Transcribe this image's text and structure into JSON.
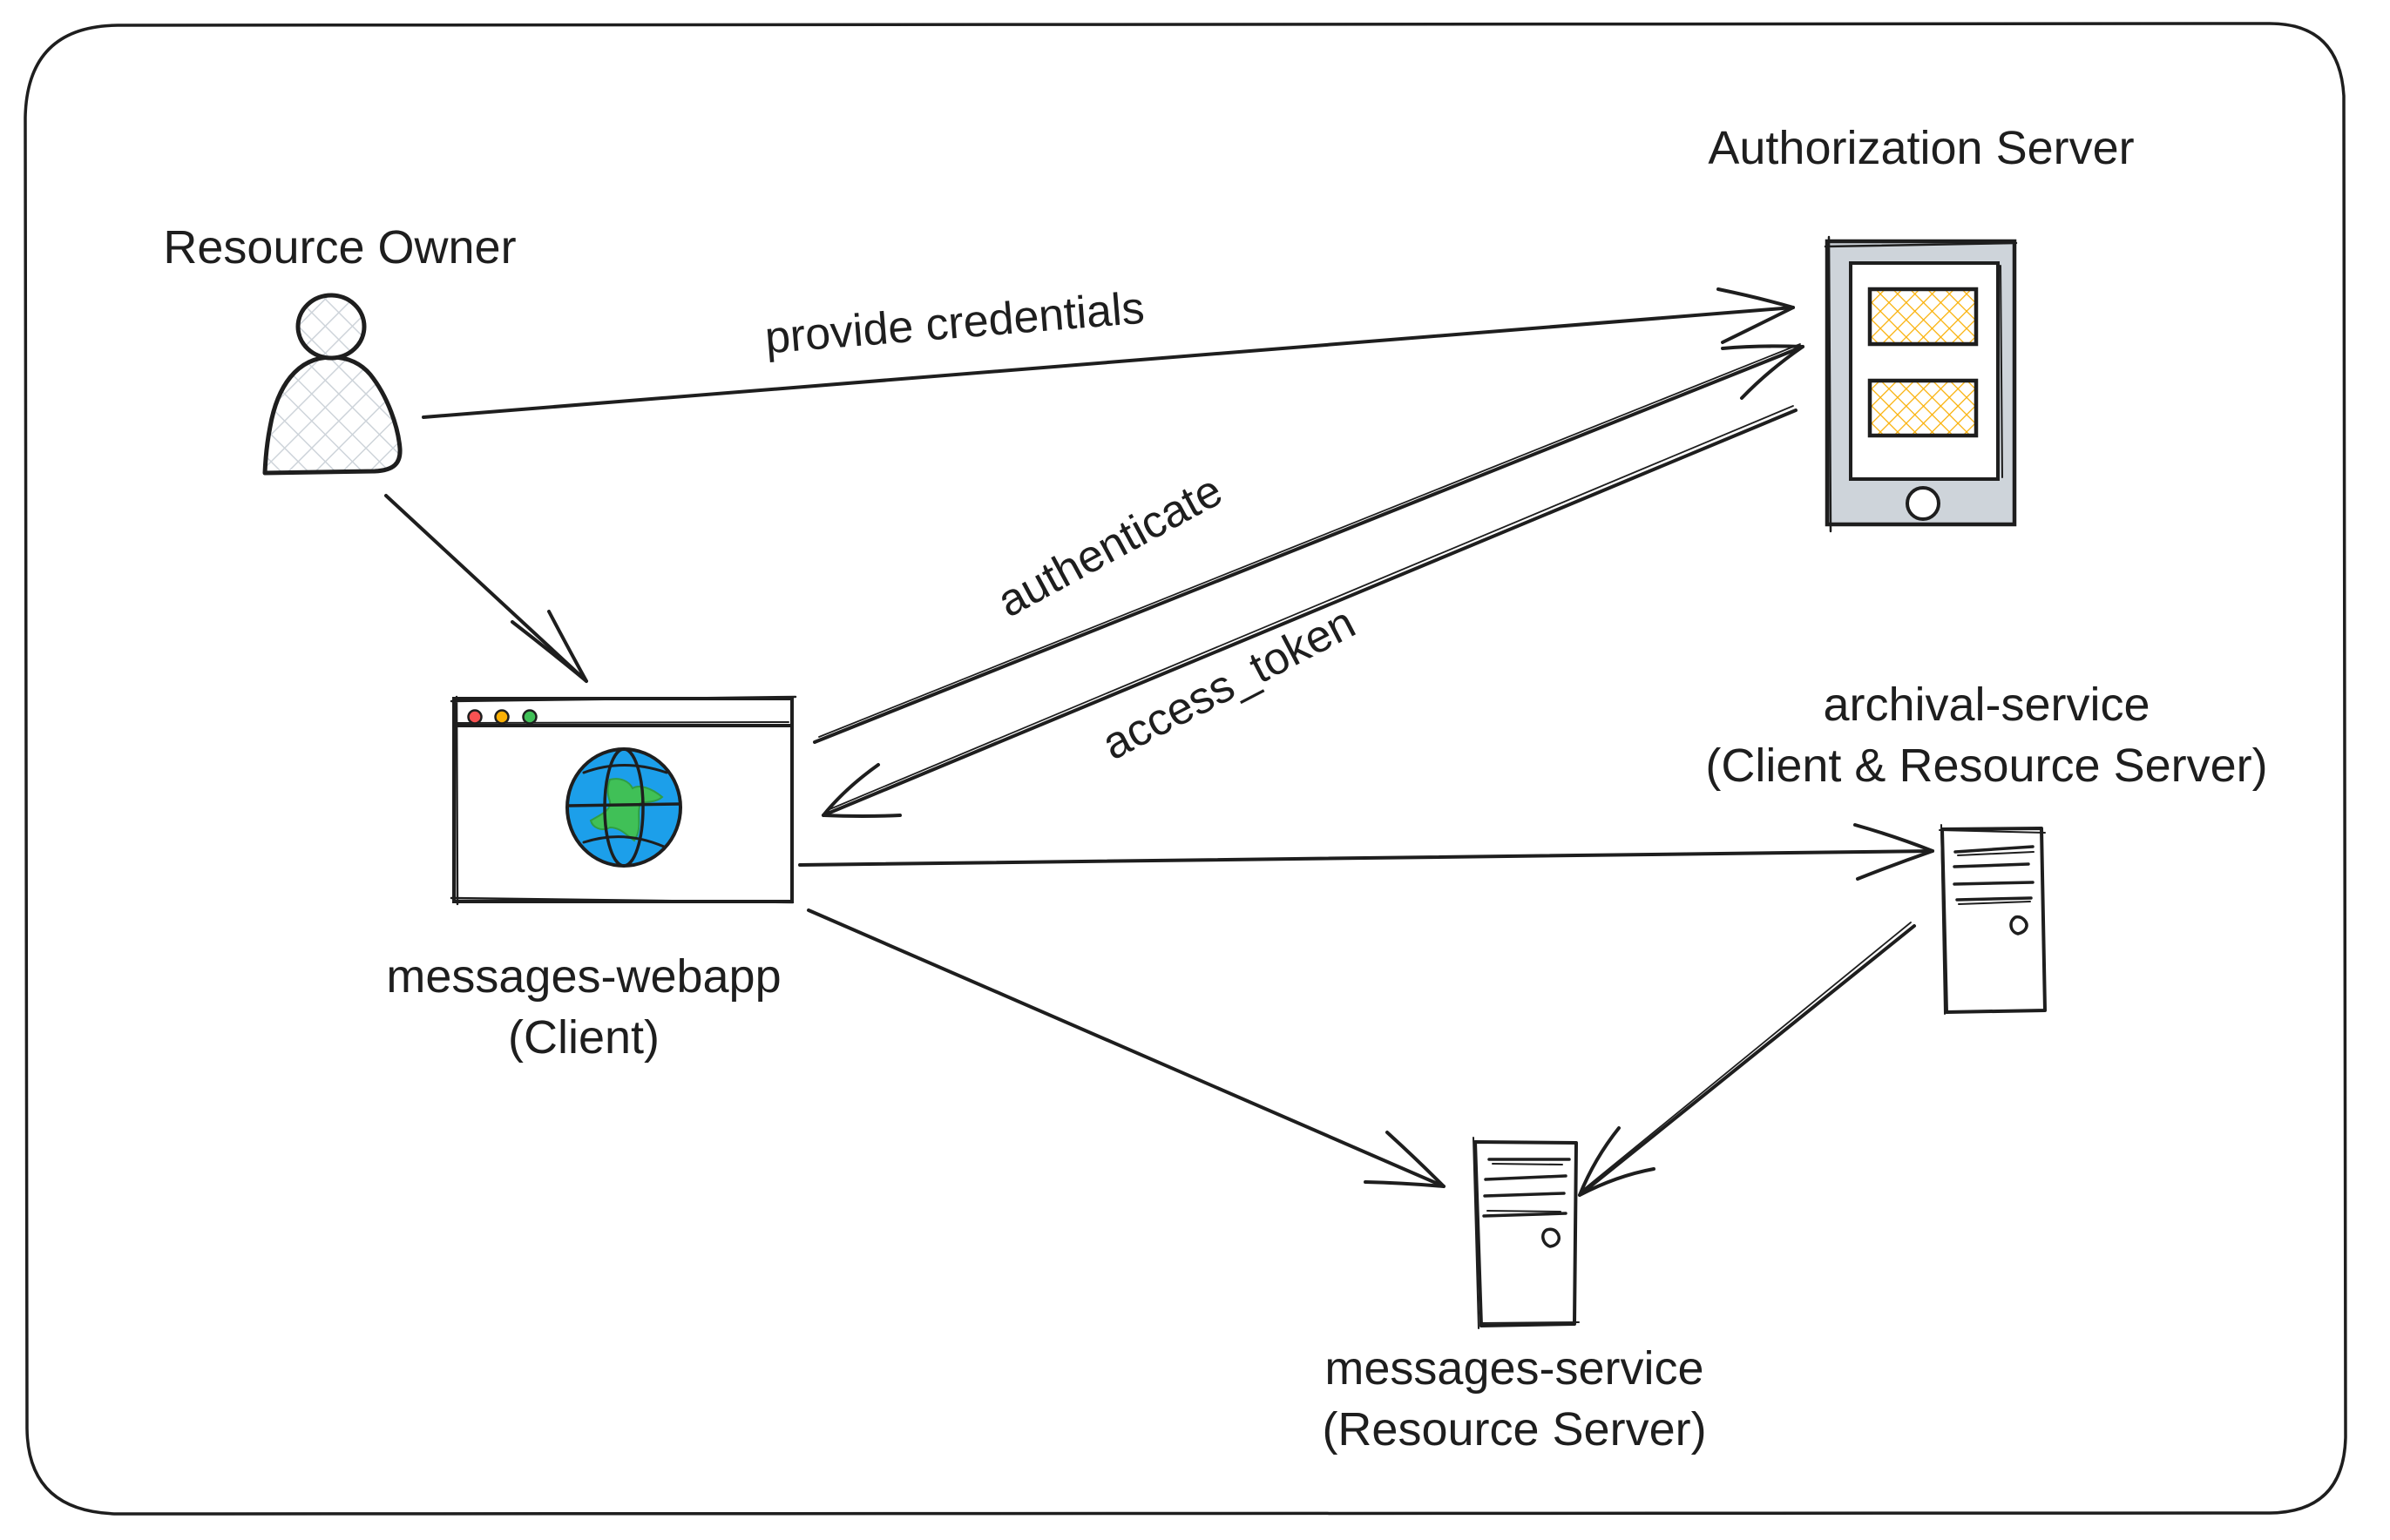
{
  "diagram": {
    "type": "OAuth flow sketch",
    "colors": {
      "ink": "#1e1e1e",
      "background": "#ffffff",
      "person_hatch": "#ced4da",
      "device_body": "#ced4da",
      "device_hatch": "#fab005",
      "globe_water": "#1c9fea",
      "globe_land": "#40c057",
      "dot_red": "#fa5252",
      "dot_yellow": "#fab005",
      "dot_green": "#40c057"
    },
    "nodes": {
      "resource_owner": {
        "label": "Resource Owner",
        "icon": "person-icon"
      },
      "authorization_server": {
        "label": "Authorization Server",
        "icon": "tablet-icon"
      },
      "webapp": {
        "label_line1": "messages-webapp",
        "label_line2": "(Client)",
        "icon": "browser-window-icon"
      },
      "archival": {
        "label_line1": "archival-service",
        "label_line2": "(Client & Resource Server)",
        "icon": "server-tower-icon"
      },
      "messages": {
        "label_line1": "messages-service",
        "label_line2": "(Resource Server)",
        "icon": "server-tower-icon"
      }
    },
    "edges": [
      {
        "id": "provide-credentials",
        "from": "Resource Owner",
        "to": "Authorization Server",
        "label": "provide credentials"
      },
      {
        "id": "owner-to-webapp",
        "from": "Resource Owner",
        "to": "messages-webapp",
        "label": ""
      },
      {
        "id": "authenticate",
        "from": "messages-webapp",
        "to": "Authorization Server",
        "label": "authenticate"
      },
      {
        "id": "access-token",
        "from": "Authorization Server",
        "to": "messages-webapp",
        "label": "access_token"
      },
      {
        "id": "webapp-to-archival",
        "from": "messages-webapp",
        "to": "archival-service",
        "label": ""
      },
      {
        "id": "webapp-to-messages",
        "from": "messages-webapp",
        "to": "messages-service",
        "label": ""
      },
      {
        "id": "archival-to-messages",
        "from": "archival-service",
        "to": "messages-service",
        "label": ""
      }
    ]
  }
}
